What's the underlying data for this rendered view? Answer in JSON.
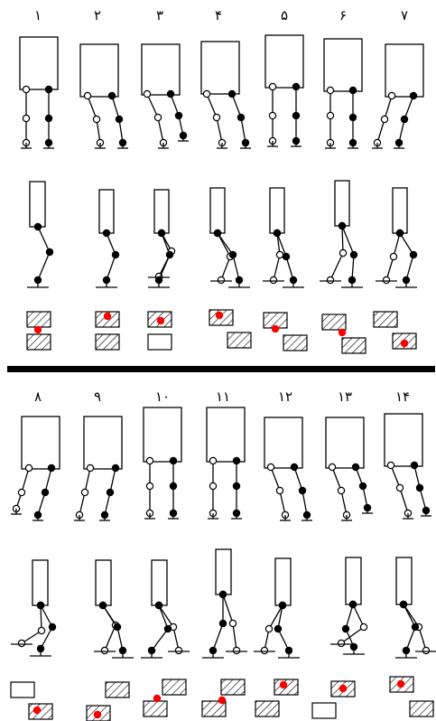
{
  "colors": {
    "ink": "#000000",
    "paper": "#ffffff",
    "cop": "#ff0000",
    "divider": "#000000"
  },
  "top_numbers": [
    "۱",
    "۲",
    "۳",
    "۴",
    "۵",
    "۶",
    "۷"
  ],
  "bottom_numbers": [
    "۸",
    "۹",
    "۱۰",
    "۱۱",
    "۱۲",
    "۱۳",
    "۱۴"
  ],
  "legend_icons": [
    "hatched-foot-box-icon",
    "empty-foot-box-icon",
    "red-cop-dot-icon",
    "open-joint-icon",
    "filled-joint-icon"
  ]
}
